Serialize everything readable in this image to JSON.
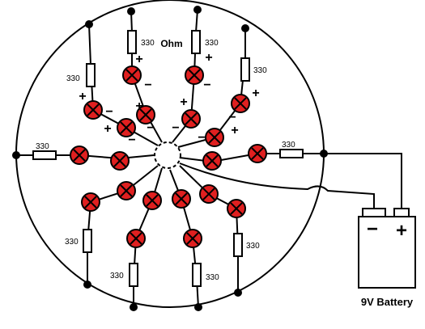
{
  "diagram": {
    "unit_label": "Ohm",
    "battery_label": "9V Battery",
    "resistor_value": "330",
    "plus_sign": "+",
    "minus_sign": "−",
    "battery_minus": "−",
    "battery_plus": "+",
    "colors": {
      "line": "#000000",
      "lamp_fill": "#e02020",
      "lamp_x": "#000000",
      "resistor_fill": "#ffffff"
    },
    "icons": {
      "lamp": "lamp-icon",
      "resistor": "resistor-icon",
      "junction": "junction-dot-icon",
      "battery": "battery-icon"
    }
  }
}
